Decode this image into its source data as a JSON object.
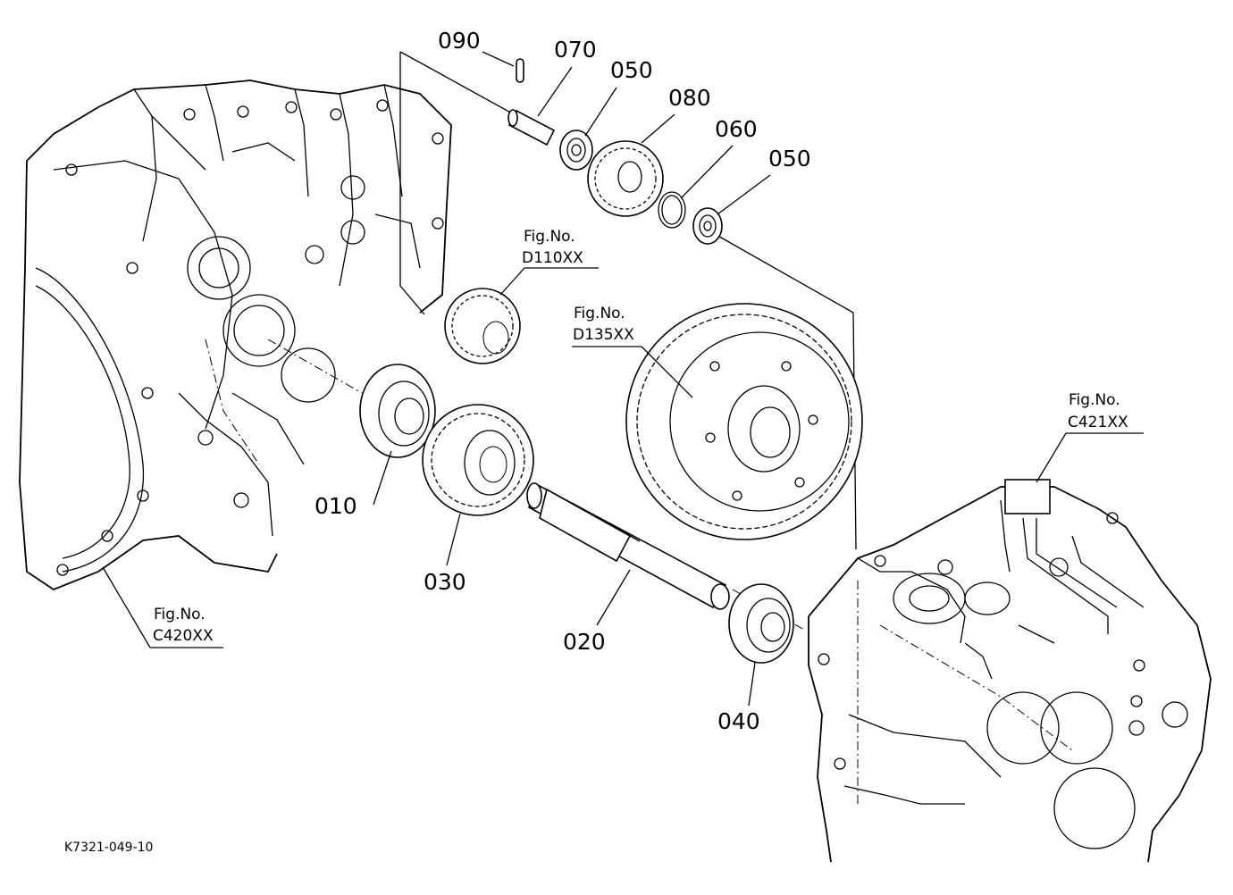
{
  "diagram": {
    "drawing_code": "K7321-049-10",
    "part_labels": {
      "p010": "010",
      "p020": "020",
      "p030": "030",
      "p040": "040",
      "p050a": "050",
      "p050b": "050",
      "p060": "060",
      "p070": "070",
      "p080": "080",
      "p090": "090"
    },
    "figure_refs": {
      "d110": {
        "caption": "Fig.No.",
        "code": "D110XX"
      },
      "d135": {
        "caption": "Fig.No.",
        "code": "D135XX"
      },
      "c421": {
        "caption": "Fig.No.",
        "code": "C421XX"
      },
      "c420": {
        "caption": "Fig.No.",
        "code": "C420XX"
      }
    }
  }
}
